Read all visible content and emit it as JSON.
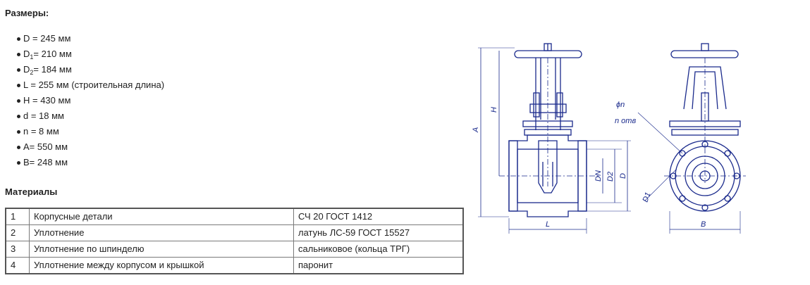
{
  "dimensions": {
    "title": "Размеры:",
    "items": [
      {
        "name": "D",
        "sub": "",
        "value": " = 245 мм"
      },
      {
        "name": "D",
        "sub": "1",
        "value": "= 210 мм"
      },
      {
        "name": "D",
        "sub": "2",
        "value": "= 184 мм"
      },
      {
        "name": "L",
        "sub": "",
        "value": " = 255 мм (строительная длина)"
      },
      {
        "name": "H",
        "sub": "",
        "value": " = 430 мм"
      },
      {
        "name": "d",
        "sub": "",
        "value": " = 18 мм"
      },
      {
        "name": "n",
        "sub": "",
        "value": " = 8 мм"
      },
      {
        "name": "A",
        "sub": "",
        "value": "= 550 мм"
      },
      {
        "name": "B",
        "sub": "",
        "value": "= 248 мм"
      }
    ]
  },
  "materials": {
    "title": "Материалы",
    "rows": [
      {
        "num": "1",
        "part": "Корпусные детали",
        "material": "СЧ 20 ГОСТ 1412"
      },
      {
        "num": "2",
        "part": "Уплотнение",
        "material": "латунь ЛС-59 ГОСТ 15527"
      },
      {
        "num": "3",
        "part": "Уплотнение по шпинделю",
        "material": "сальниковое (кольца ТРГ)"
      },
      {
        "num": "4",
        "part": "Уплотнение между корпусом и крышкой",
        "material": "паронит"
      }
    ]
  },
  "drawing": {
    "labels": {
      "A": "A",
      "H": "H",
      "L": "L",
      "B": "B",
      "DN": "DN",
      "D2": "D2",
      "D": "D",
      "D1": "D1",
      "phi_n": "ϕn",
      "n_otv": "n отв"
    },
    "line_color": "#1a2a8c"
  }
}
